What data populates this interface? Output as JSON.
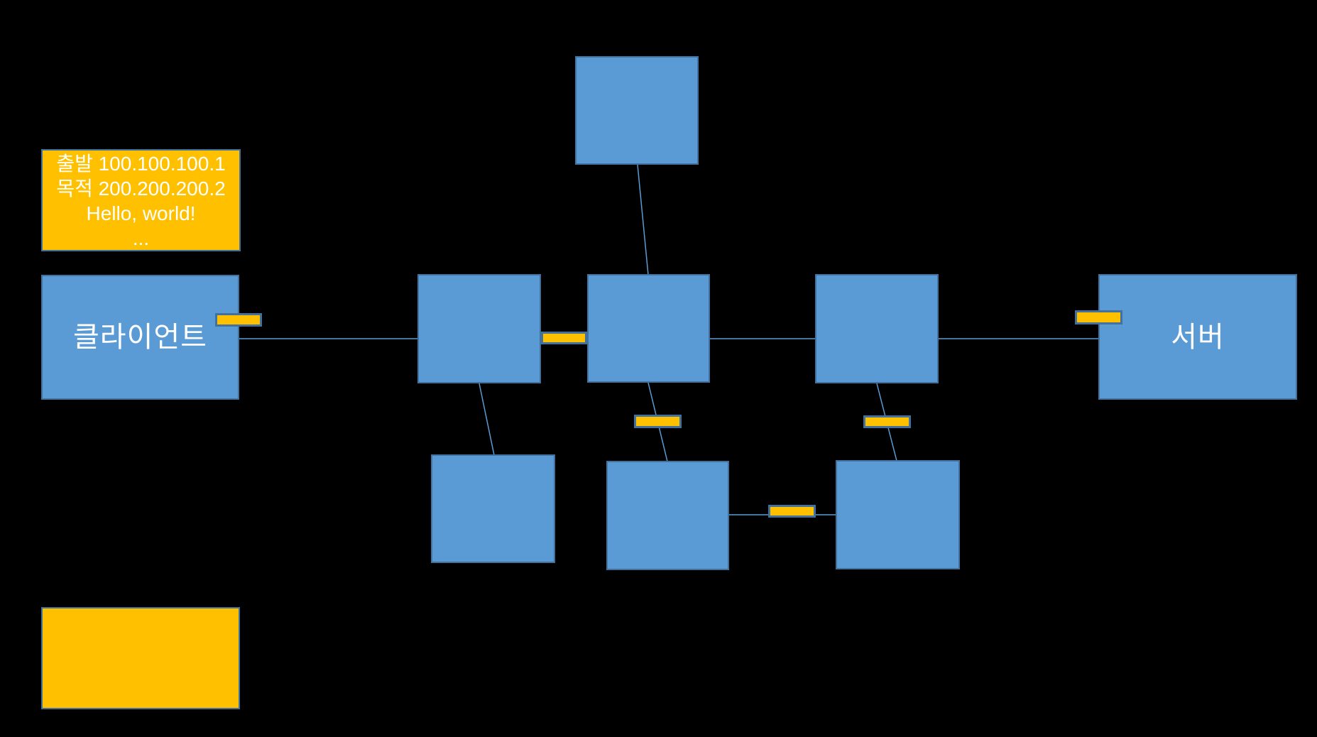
{
  "slide": {
    "background_color": "#000000",
    "colors": {
      "node_fill": "#5B9BD5",
      "node_border": "#41719C",
      "packet_fill": "#FFC000",
      "connector_line": "#5B9BD5",
      "label_text": "#FFFFFF"
    },
    "callout": {
      "lines": [
        "출발 100.100.100.1",
        "목적 200.200.200.2",
        "Hello, world!",
        "..."
      ]
    },
    "client_label": "클라이언트",
    "server_label": "서버"
  }
}
